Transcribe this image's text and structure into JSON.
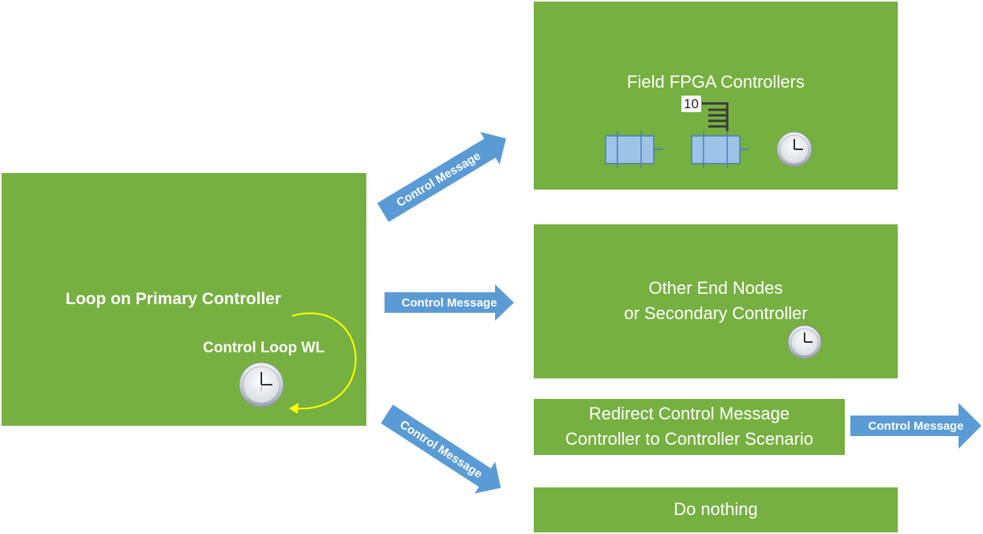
{
  "primary": {
    "title": "Loop on Primary Controller",
    "loop_label": "Control Loop WL"
  },
  "arrows": {
    "to_fpga": "Control Message",
    "to_other": "Control Message",
    "to_redirect": "Control Message",
    "from_redirect": "Control Message"
  },
  "fpga": {
    "title": "Field FPGA Controllers",
    "counter": "10"
  },
  "other": {
    "line1": "Other End Nodes",
    "line2": "or Secondary Controller"
  },
  "redirect": {
    "line1": "Redirect Control Message",
    "line2": "Controller to Controller Scenario"
  },
  "nothing": {
    "label": "Do nothing"
  },
  "colors": {
    "box_green": "#76b041",
    "arrow_blue": "#5b9bd5",
    "loop_yellow": "#ffff00",
    "fpga_blue": "#9dc3e6"
  },
  "icons": [
    "clock-icon",
    "fpga-chip-icon",
    "stack-icon",
    "loop-arrow-icon"
  ]
}
